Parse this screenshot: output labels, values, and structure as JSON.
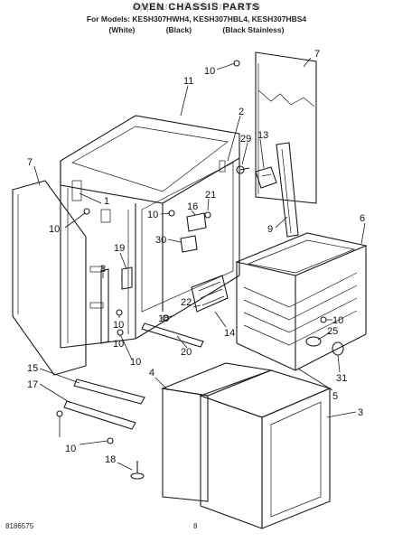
{
  "watermark": "AppliancePartsPros.com",
  "header": {
    "title": "OVEN CHASSIS PARTS",
    "models": "For Models: KESH307HWH4, KESH307HBL4, KESH307HBS4",
    "variants": [
      "(White)",
      "(Black)",
      "(Black Stainless)"
    ]
  },
  "callouts": {
    "c7a": "7",
    "c10a": "10",
    "c11": "11",
    "c2": "2",
    "c29": "29",
    "c13": "13",
    "c7b": "7",
    "c1": "1",
    "c10b": "10",
    "c21": "21",
    "c16": "16",
    "c10c": "10",
    "c30": "30",
    "c9": "9",
    "c6": "6",
    "c19": "19",
    "c8": "8",
    "c22": "22",
    "c10d": "10",
    "c10e": "10",
    "c10f": "10",
    "c25": "25",
    "c14": "14",
    "c20": "20",
    "c10g": "10",
    "c31": "31",
    "c5": "5",
    "c15": "15",
    "c4": "4",
    "c17": "17",
    "c3": "3",
    "c10h": "10",
    "c18": "18"
  },
  "footer": {
    "doc_number": "8186575",
    "page": "8"
  }
}
